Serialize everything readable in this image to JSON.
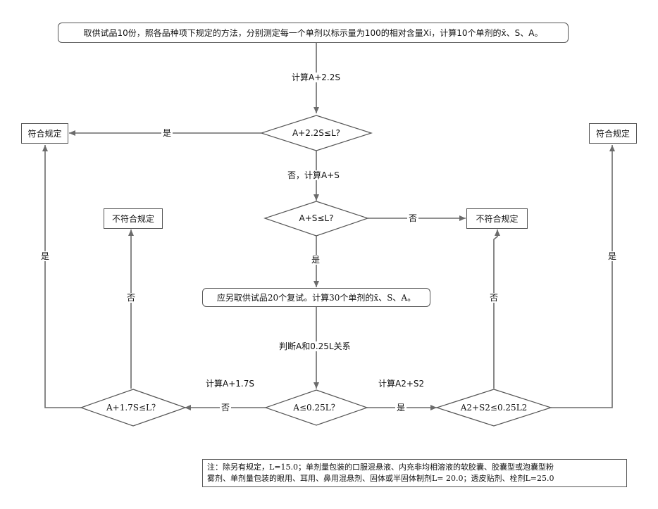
{
  "nodes": {
    "start": "取供试品10份，照各品种项下规定的方法，分别测定每一个单剂以标示量为100的相对含量Xi，计算10个单剂的x̄、S、A。",
    "d1": "A+2.2S≤L?",
    "d2": "A+S≤L?",
    "retest": "应另取供试品20个复试。计算30个单剂的x̄、S、A。",
    "d3": "A≤0.25L？",
    "d4": "A+1.7S≤L？",
    "d5": "A2+S2≤0.25L2",
    "pass_left": "符合规定",
    "pass_right": "符合规定",
    "fail_left": "不符合规定",
    "fail_right": "不符合规定"
  },
  "edges": {
    "calc_a22s": "计算A+2.2S",
    "yes_d1": "是",
    "no_calc_as": "否，计算A+S",
    "no_d2": "否",
    "yes_d2": "是",
    "judge": "判断A和0.25L关系",
    "no_d3": "否",
    "yes_d3": "是",
    "calc_a17s": "计算A+1.7S",
    "calc_a2s2": "计算A2+S2",
    "no_d4": "否",
    "yes_d4": "是",
    "no_d5": "否",
    "yes_d5": "是"
  },
  "note": {
    "line1": "注：除另有规定，L=15.0；单剂量包装的口服混悬液、内充非均相溶液的软胶囊、胶囊型或泡囊型粉",
    "line2": "雾剂、单剂量包装的眼用、耳用、鼻用混悬剂、固体或半固体制剂L= 20.0；透皮贴剂、栓剂L=25.0"
  }
}
